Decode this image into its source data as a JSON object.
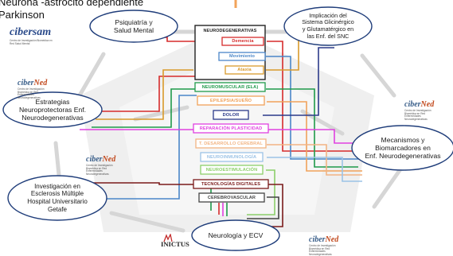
{
  "header": {
    "line1": "Neurona -astrocito dependiente",
    "line2": "Parkinson"
  },
  "ellipses": [
    {
      "id": "psiquiatria",
      "lines": [
        "Psiquiatría y",
        "Salud Mental"
      ]
    },
    {
      "id": "glicinergico",
      "lines": [
        "Implicación del",
        "Sistema Glicinérgico",
        "y Glutamatérgico en",
        "las Enf. del SNC"
      ]
    },
    {
      "id": "estrategias",
      "lines": [
        "Estrategias",
        "Neuroprotectoras Enf.",
        "Neurodegenerativas"
      ]
    },
    {
      "id": "mecanismos",
      "lines": [
        "Mecanismos y",
        "Biomarcadores en",
        "Enf. Neurodegenerativas"
      ]
    },
    {
      "id": "esclerosis",
      "lines": [
        "Investigación en",
        "Esclerosis Múltiple",
        "Hospital Universitario",
        "Getafe"
      ]
    },
    {
      "id": "neurologia",
      "lines": [
        "Neurología y ECV"
      ]
    }
  ],
  "central": {
    "neuro_group_title": "NEURODEGENERATIVAS",
    "items": [
      {
        "id": "demencia",
        "label": "Demencia",
        "color": "#d62b2b"
      },
      {
        "id": "movimiento",
        "label": "Movimiento",
        "color": "#4a86c8"
      },
      {
        "id": "ataxia",
        "label": "Ataxia",
        "color": "#d99a2b"
      },
      {
        "id": "neuromuscular",
        "label": "NEUROMUSCULAR (ELA)",
        "color": "#1f9a4a"
      },
      {
        "id": "epilepsia",
        "label": "EPILEPSIA/SUEÑO",
        "color": "#f0a25a"
      },
      {
        "id": "dolor",
        "label": "DOLOR",
        "color": "#2c3a8a"
      },
      {
        "id": "reparacion",
        "label": "REPARACIÓN PLASTICIDAD",
        "color": "#e040e0"
      },
      {
        "id": "desarrollo",
        "label": "T. DESARROLLO CEREBRAL",
        "color": "#f2b483"
      },
      {
        "id": "neuroinmunologia",
        "label": "NEUROINMUNOLOGÍA",
        "color": "#9cc3e6"
      },
      {
        "id": "neuroestimulacion",
        "label": "NEUROESTIMULACIÓN",
        "color": "#8ccf6a"
      },
      {
        "id": "tecnologias",
        "label": "TECNOLOGÍAS DIGITALES",
        "color": "#7a1a1a"
      },
      {
        "id": "cerebrovascular",
        "label": "CEREBROVASCULAR",
        "color": "#444444"
      }
    ]
  },
  "logos": {
    "cibersam": {
      "name": "cibersam",
      "sub": "Centro de Investigación Biomédica en Red Salud Mental"
    },
    "cibernet": {
      "name_prefix": "ciber",
      "name_suffix": "Ned",
      "sub_lines": [
        "Centro de Investigación Biomédica en Red",
        "Enfermedades",
        "Neurodegenerativas"
      ]
    },
    "inictus": {
      "name": "INICTUS"
    }
  },
  "colors": {
    "ellipse_border": "#1f3d7a",
    "arrow_gray": "#d6d6d6",
    "backdrop_gray": "#ececec",
    "header_orange": "#f2a35a"
  }
}
